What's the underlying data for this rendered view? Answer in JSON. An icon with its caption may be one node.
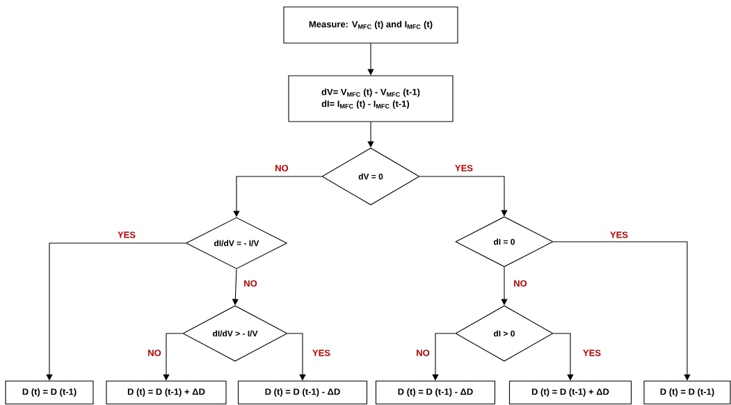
{
  "diagram": {
    "nodes": [
      {
        "text": [
          "Measure: V$_{MFC}$ (t) and I$_{MFC}$ (t)"
        ]
      },
      {
        "text": [
          "dV= V$_{MFC}$ (t) - V$_{MFC}$ (t-1)",
          "dI= I$_{MFC}$ (t) - I$_{MFC}$ (t-1)"
        ]
      },
      {
        "text": [
          "dV = 0"
        ]
      },
      {
        "text": [
          "dI/dV = - I/V"
        ]
      },
      {
        "text": [
          "dI = 0"
        ]
      },
      {
        "text": [
          "dI/dV > - I/V"
        ]
      },
      {
        "text": [
          "dI > 0"
        ]
      },
      {
        "text": [
          "D (t) = D (t-1)"
        ]
      },
      {
        "text": [
          "D (t) = D (t-1) + ΔD"
        ]
      },
      {
        "text": [
          "D (t) = D (t-1) - ΔD"
        ]
      },
      {
        "text": [
          "D (t) = D (t-1) - ΔD"
        ]
      },
      {
        "text": [
          "D (t) = D (t-1) + ΔD"
        ]
      },
      {
        "text": [
          "D (t) = D (t-1)"
        ]
      }
    ],
    "edges": [
      {
        "from": 0,
        "to": 1,
        "arrow": "to"
      },
      {
        "from": 1,
        "to": 2,
        "arrow": "to"
      },
      {
        "from": 2,
        "to": 3,
        "arrow": "to",
        "label": "NO"
      },
      {
        "from": 2,
        "to": 4,
        "arrow": "to",
        "label": "YES"
      },
      {
        "from": 3,
        "to": 7,
        "arrow": "to",
        "label": "YES"
      },
      {
        "from": 3,
        "to": 5,
        "arrow": "to",
        "label": "NO"
      },
      {
        "from": 5,
        "to": 8,
        "arrow": "to",
        "label": "NO"
      },
      {
        "from": 5,
        "to": 9,
        "arrow": "to",
        "label": "YES"
      },
      {
        "from": 4,
        "to": 12,
        "arrow": "to",
        "label": "YES"
      },
      {
        "from": 4,
        "to": 6,
        "arrow": "to",
        "label": "NO"
      },
      {
        "from": 6,
        "to": 10,
        "arrow": "to",
        "label": "NO"
      },
      {
        "from": 6,
        "to": 11,
        "arrow": "to",
        "label": "YES"
      }
    ]
  }
}
